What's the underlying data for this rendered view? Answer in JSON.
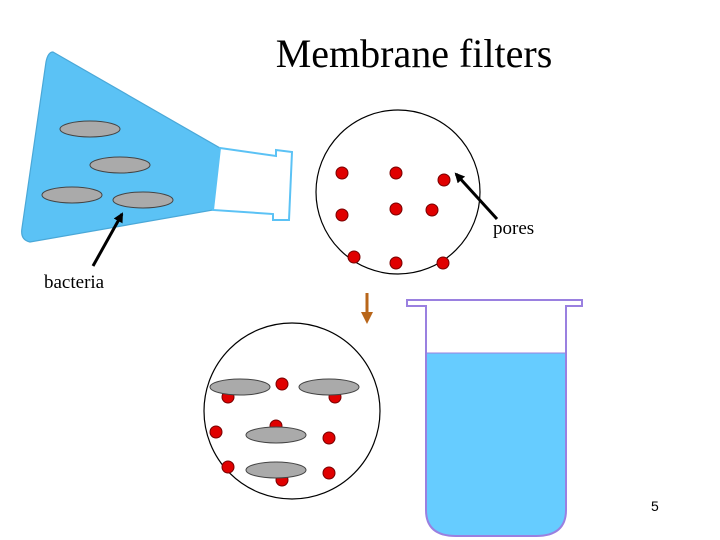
{
  "slide": {
    "title": "Membrane filters",
    "page_number": "5"
  },
  "labels": {
    "bacteria": "bacteria",
    "pores": "pores"
  },
  "colors": {
    "liquid": "#5bc2f5",
    "liquid_stroke": "#4aa8d8",
    "bacteria_fill": "#aaaaaa",
    "pore_fill": "#e00000",
    "beaker_liquid": "#66ccff",
    "beaker_outline": "#9a80e0",
    "flow_arrow": "#b8661a",
    "pointer_arrow": "#000000"
  }
}
